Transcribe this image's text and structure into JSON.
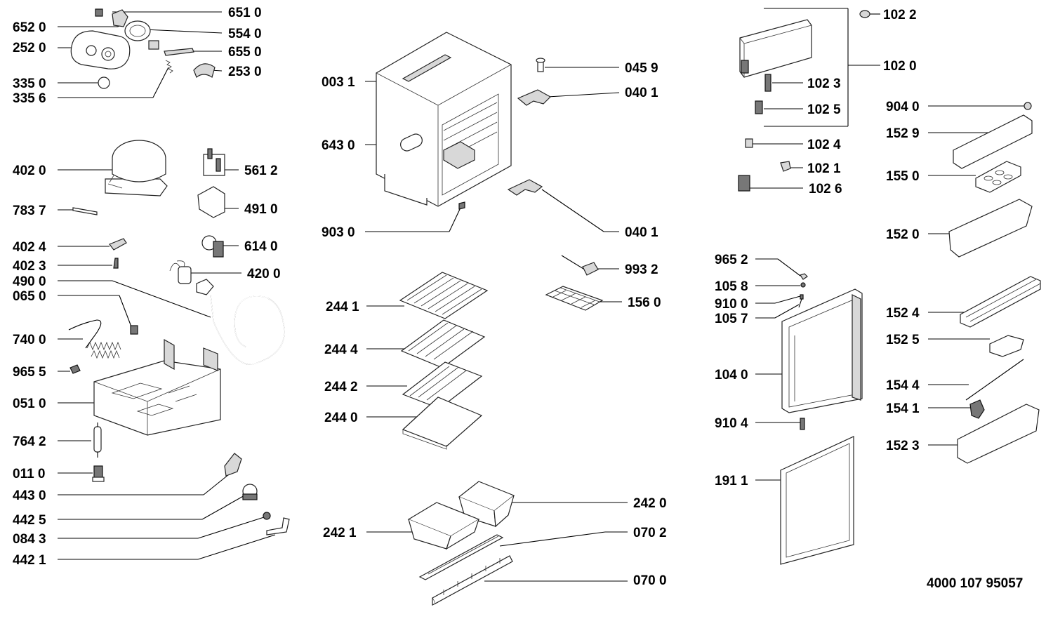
{
  "parts": {
    "p6510": "651 0",
    "p6520": "652 0",
    "p5540": "554 0",
    "p2520": "252 0",
    "p6550": "655 0",
    "p2530": "253 0",
    "p3350": "335 0",
    "p3356": "335 6",
    "p4020": "402 0",
    "p5612": "561 2",
    "p7837": "783 7",
    "p4910": "491 0",
    "p4024": "402 4",
    "p6140": "614 0",
    "p4023": "402 3",
    "p4200": "420 0",
    "p4900": "490 0",
    "p0650": "065 0",
    "p7400": "740 0",
    "p9655": "965 5",
    "p0510": "051 0",
    "p7642": "764 2",
    "p0110": "011 0",
    "p4430": "443 0",
    "p4425": "442 5",
    "p0843": "084 3",
    "p4421": "442 1",
    "p0031": "003 1",
    "p0459": "045 9",
    "p0401a": "040 1",
    "p6430": "643 0",
    "p9030": "903 0",
    "p0401b": "040 1",
    "p9932": "993 2",
    "p2441": "244 1",
    "p1560": "156 0",
    "p2444": "244 4",
    "p2442": "244 2",
    "p2440": "244 0",
    "p2420": "242 0",
    "p2421": "242 1",
    "p0702": "070 2",
    "p0700": "070 0",
    "p1022": "102 2",
    "p1020": "102 0",
    "p1023": "102 3",
    "p1025": "102 5",
    "p9040": "904 0",
    "p1529": "152 9",
    "p1024": "102 4",
    "p1021": "102 1",
    "p1026": "102 6",
    "p1550": "155 0",
    "p1520": "152 0",
    "p9652": "965 2",
    "p1058": "105 8",
    "p9100": "910 0",
    "p1057": "105 7",
    "p1524": "152 4",
    "p1525": "152 5",
    "p1040": "104 0",
    "p1544": "154 4",
    "p1541": "154 1",
    "p9104": "910 4",
    "p1523": "152 3",
    "p1911": "191 1"
  },
  "document_number": "4000 107 95057"
}
